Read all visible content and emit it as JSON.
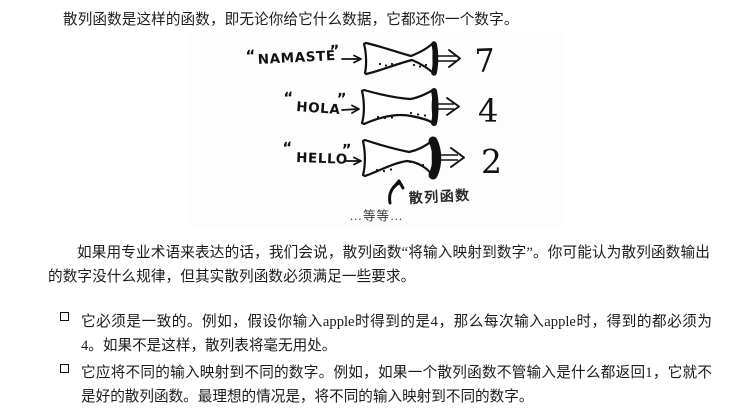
{
  "document": {
    "intro_paragraph": "散列函数是这样的函数，即无论你给它什么数据，它都还你一个数字。",
    "figure": {
      "caption": "…等等…",
      "annotation_label": "散列函数",
      "rows": [
        {
          "input": "“NAMASTE”",
          "arrow": "→",
          "output": "7"
        },
        {
          "input": "“HOLA”",
          "arrow": "→",
          "output": "4"
        },
        {
          "input": "“HELLO”",
          "arrow": "→",
          "output": "2"
        }
      ]
    },
    "body_paragraph": "如果用专业术语来表达的话，我们会说，散列函数“将输入映射到数字”。你可能认为散列函数输出的数字没什么规律，但其实散列函数必须满足一些要求。",
    "bullets": [
      "它必须是一致的。例如，假设你输入apple时得到的是4，那么每次输入apple时，得到的都必须为4。如果不是这样，散列表将毫无用处。",
      "它应将不同的输入映射到不同的数字。例如，如果一个散列函数不管输入是什么都返回1，它就不是好的散列函数。最理想的情况是，将不同的输入映射到不同的数字。"
    ]
  },
  "colors": {
    "text": "#1b1b1b",
    "ink": "#111111",
    "page_background": "#ffffff",
    "figure_background": "#fdfdfd"
  }
}
